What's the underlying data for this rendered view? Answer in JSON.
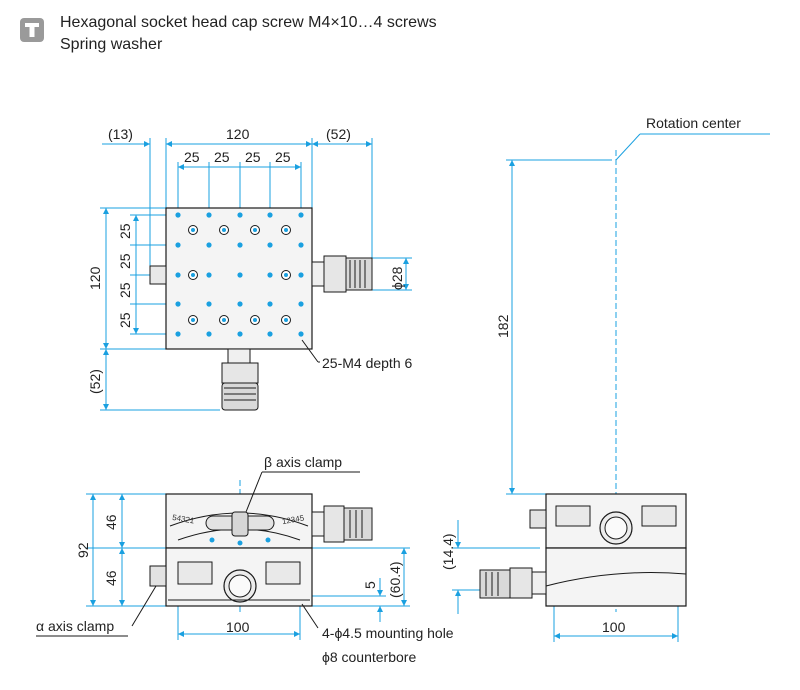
{
  "header": {
    "icon": "wrench-box-icon",
    "line1": "Hexagonal socket head cap screw M4×10…4 screws",
    "line2": "Spring washer"
  },
  "top_view": {
    "dim_left_offset": "(13)",
    "dim_width": "120",
    "dim_right_offset": "(52)",
    "pitch_x": [
      "25",
      "25",
      "25",
      "25"
    ],
    "pitch_y": [
      "25",
      "25",
      "25",
      "25"
    ],
    "dim_height": "120",
    "dim_bottom_offset": "(52)",
    "dim_micrometer_dia": "ϕ28",
    "hole_callout": "25-M4 depth 6"
  },
  "front_view": {
    "beta_label": "β axis clamp",
    "alpha_label": "α axis clamp",
    "dim_total_height": "92",
    "dim_upper_half": "46",
    "dim_lower_half": "46",
    "dim_center_height": "(60.4)",
    "dim_base": "5",
    "dim_base_width": "100",
    "mount_hole_1": "4-ϕ4.5 mounting hole",
    "mount_hole_2": "ϕ8 counterbore",
    "scale_left": "54321",
    "scale_right": "12345"
  },
  "side_view": {
    "rotation_center": "Rotation center",
    "dim_height": "182",
    "dim_offset": "(14.4)",
    "dim_base_width": "100"
  },
  "colors": {
    "dimension": "#1aa0e0",
    "outline": "#1a1a1a",
    "body_fill": "#f4f4f4",
    "shade": "#d9d9d9"
  }
}
